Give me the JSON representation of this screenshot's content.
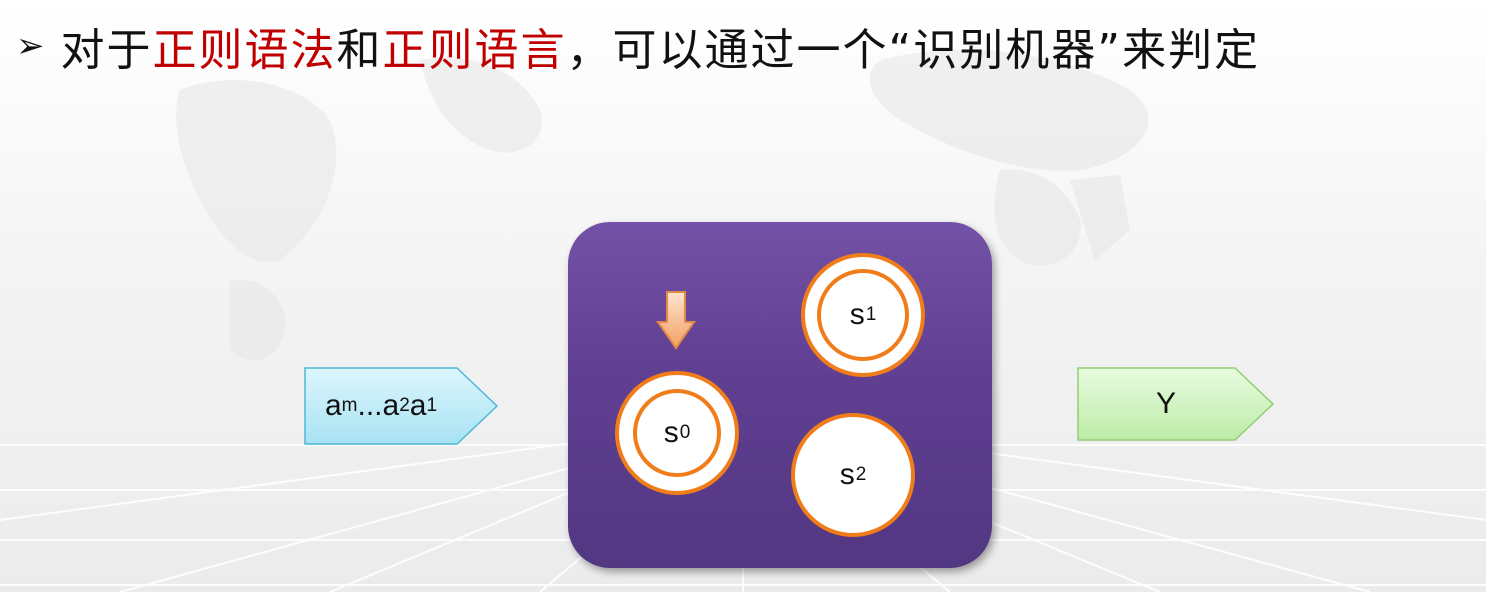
{
  "title": {
    "bullet": "➢",
    "part1": "对于",
    "highlight1": "正则语法",
    "part2": "和",
    "highlight2": "正则语言",
    "part3": "，可以通过一个“识别机器”来判定"
  },
  "colors": {
    "highlight": "#c00000",
    "machine": "#603f92",
    "state_border": "#f07d1a",
    "input_fill": "#c9eef8",
    "output_fill": "#d4f5c2"
  },
  "input": {
    "a": "a",
    "m": "m",
    "dots": "...",
    "a2": "a",
    "two": "2",
    "a1": "a",
    "one": "1"
  },
  "output": {
    "label": "Y"
  },
  "states": {
    "s0": {
      "base": "s",
      "sub": "0"
    },
    "s1": {
      "base": "s",
      "sub": "1"
    },
    "s2": {
      "base": "s",
      "sub": "2"
    }
  },
  "icons": {
    "start": "arrow-down-icon"
  }
}
